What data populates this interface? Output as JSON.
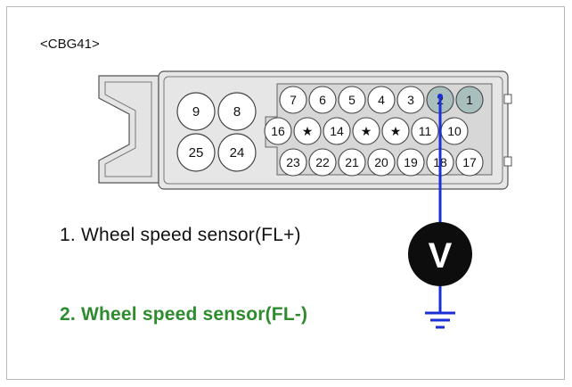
{
  "connector_label": "<CBG41>",
  "pins": {
    "large": [
      "9",
      "8",
      "25",
      "24"
    ],
    "row1": [
      "7",
      "6",
      "5",
      "4",
      "3",
      "2",
      "1"
    ],
    "row2": [
      "16",
      "★",
      "14",
      "★",
      "★",
      "11",
      "10"
    ],
    "row3": [
      "23",
      "22",
      "21",
      "20",
      "19",
      "18",
      "17"
    ]
  },
  "highlighted_pins": [
    "2",
    "1"
  ],
  "meter_symbol": "V",
  "labels": {
    "line1": "1. Wheel speed sensor(FL+)",
    "line2": "2. Wheel speed sensor(FL-)"
  },
  "colors": {
    "probe_wire": "#1a2fd6",
    "highlight_pin": "#a9bfbe",
    "label2": "#2e8b2e"
  }
}
